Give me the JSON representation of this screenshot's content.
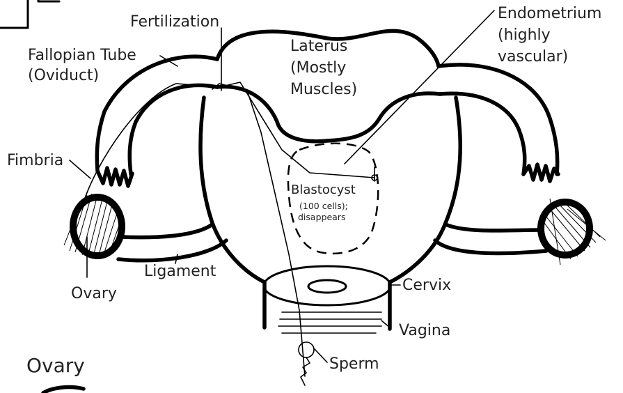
{
  "labels": {
    "fertilization": "Fertilization",
    "fallopian_tube_1": "Fallopian Tube",
    "fallopian_tube_2": "(Oviduct)",
    "uterus_1": "Laterus",
    "uterus_2": "(Mostly",
    "uterus_3": "Muscles)",
    "endometrium_1": "Endometrium",
    "endometrium_2": "(highly",
    "endometrium_3": "vascular)",
    "fimbria": "Fimbria",
    "blastocyst_1": "Blastocyst",
    "blastocyst_2": "(100 cells);",
    "blastocyst_3": "disappears",
    "ligament": "Ligament",
    "ovary": "Ovary",
    "cervix": "Cervix",
    "vagina": "Vagina",
    "sperm": "Sperm",
    "ovary_heading": "Ovary"
  }
}
